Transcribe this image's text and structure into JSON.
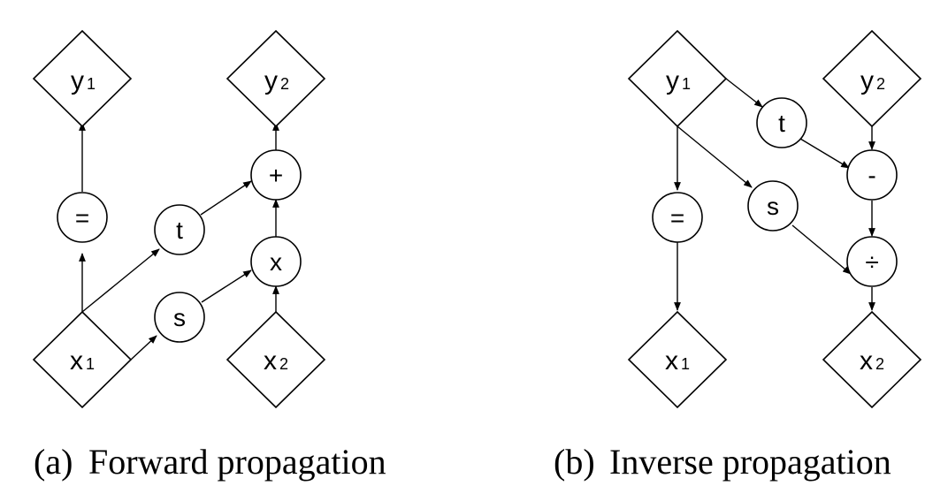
{
  "panels": [
    {
      "caption_tag": "(a)",
      "caption_text": "Forward propagation",
      "diamonds": {
        "y1": {
          "main": "y",
          "sub": "1"
        },
        "y2": {
          "main": "y",
          "sub": "2"
        },
        "x1": {
          "main": "x",
          "sub": "1"
        },
        "x2": {
          "main": "x",
          "sub": "2"
        }
      },
      "ops": {
        "identity": "=",
        "t": "t",
        "s": "s",
        "plus": "+",
        "times": "x"
      }
    },
    {
      "caption_tag": "(b)",
      "caption_text": "Inverse propagation",
      "diamonds": {
        "y1": {
          "main": "y",
          "sub": "1"
        },
        "y2": {
          "main": "y",
          "sub": "2"
        },
        "x1": {
          "main": "x",
          "sub": "1"
        },
        "x2": {
          "main": "x",
          "sub": "2"
        }
      },
      "ops": {
        "identity": "=",
        "t": "t",
        "s": "s",
        "minus": "-",
        "divide": "÷"
      }
    }
  ]
}
